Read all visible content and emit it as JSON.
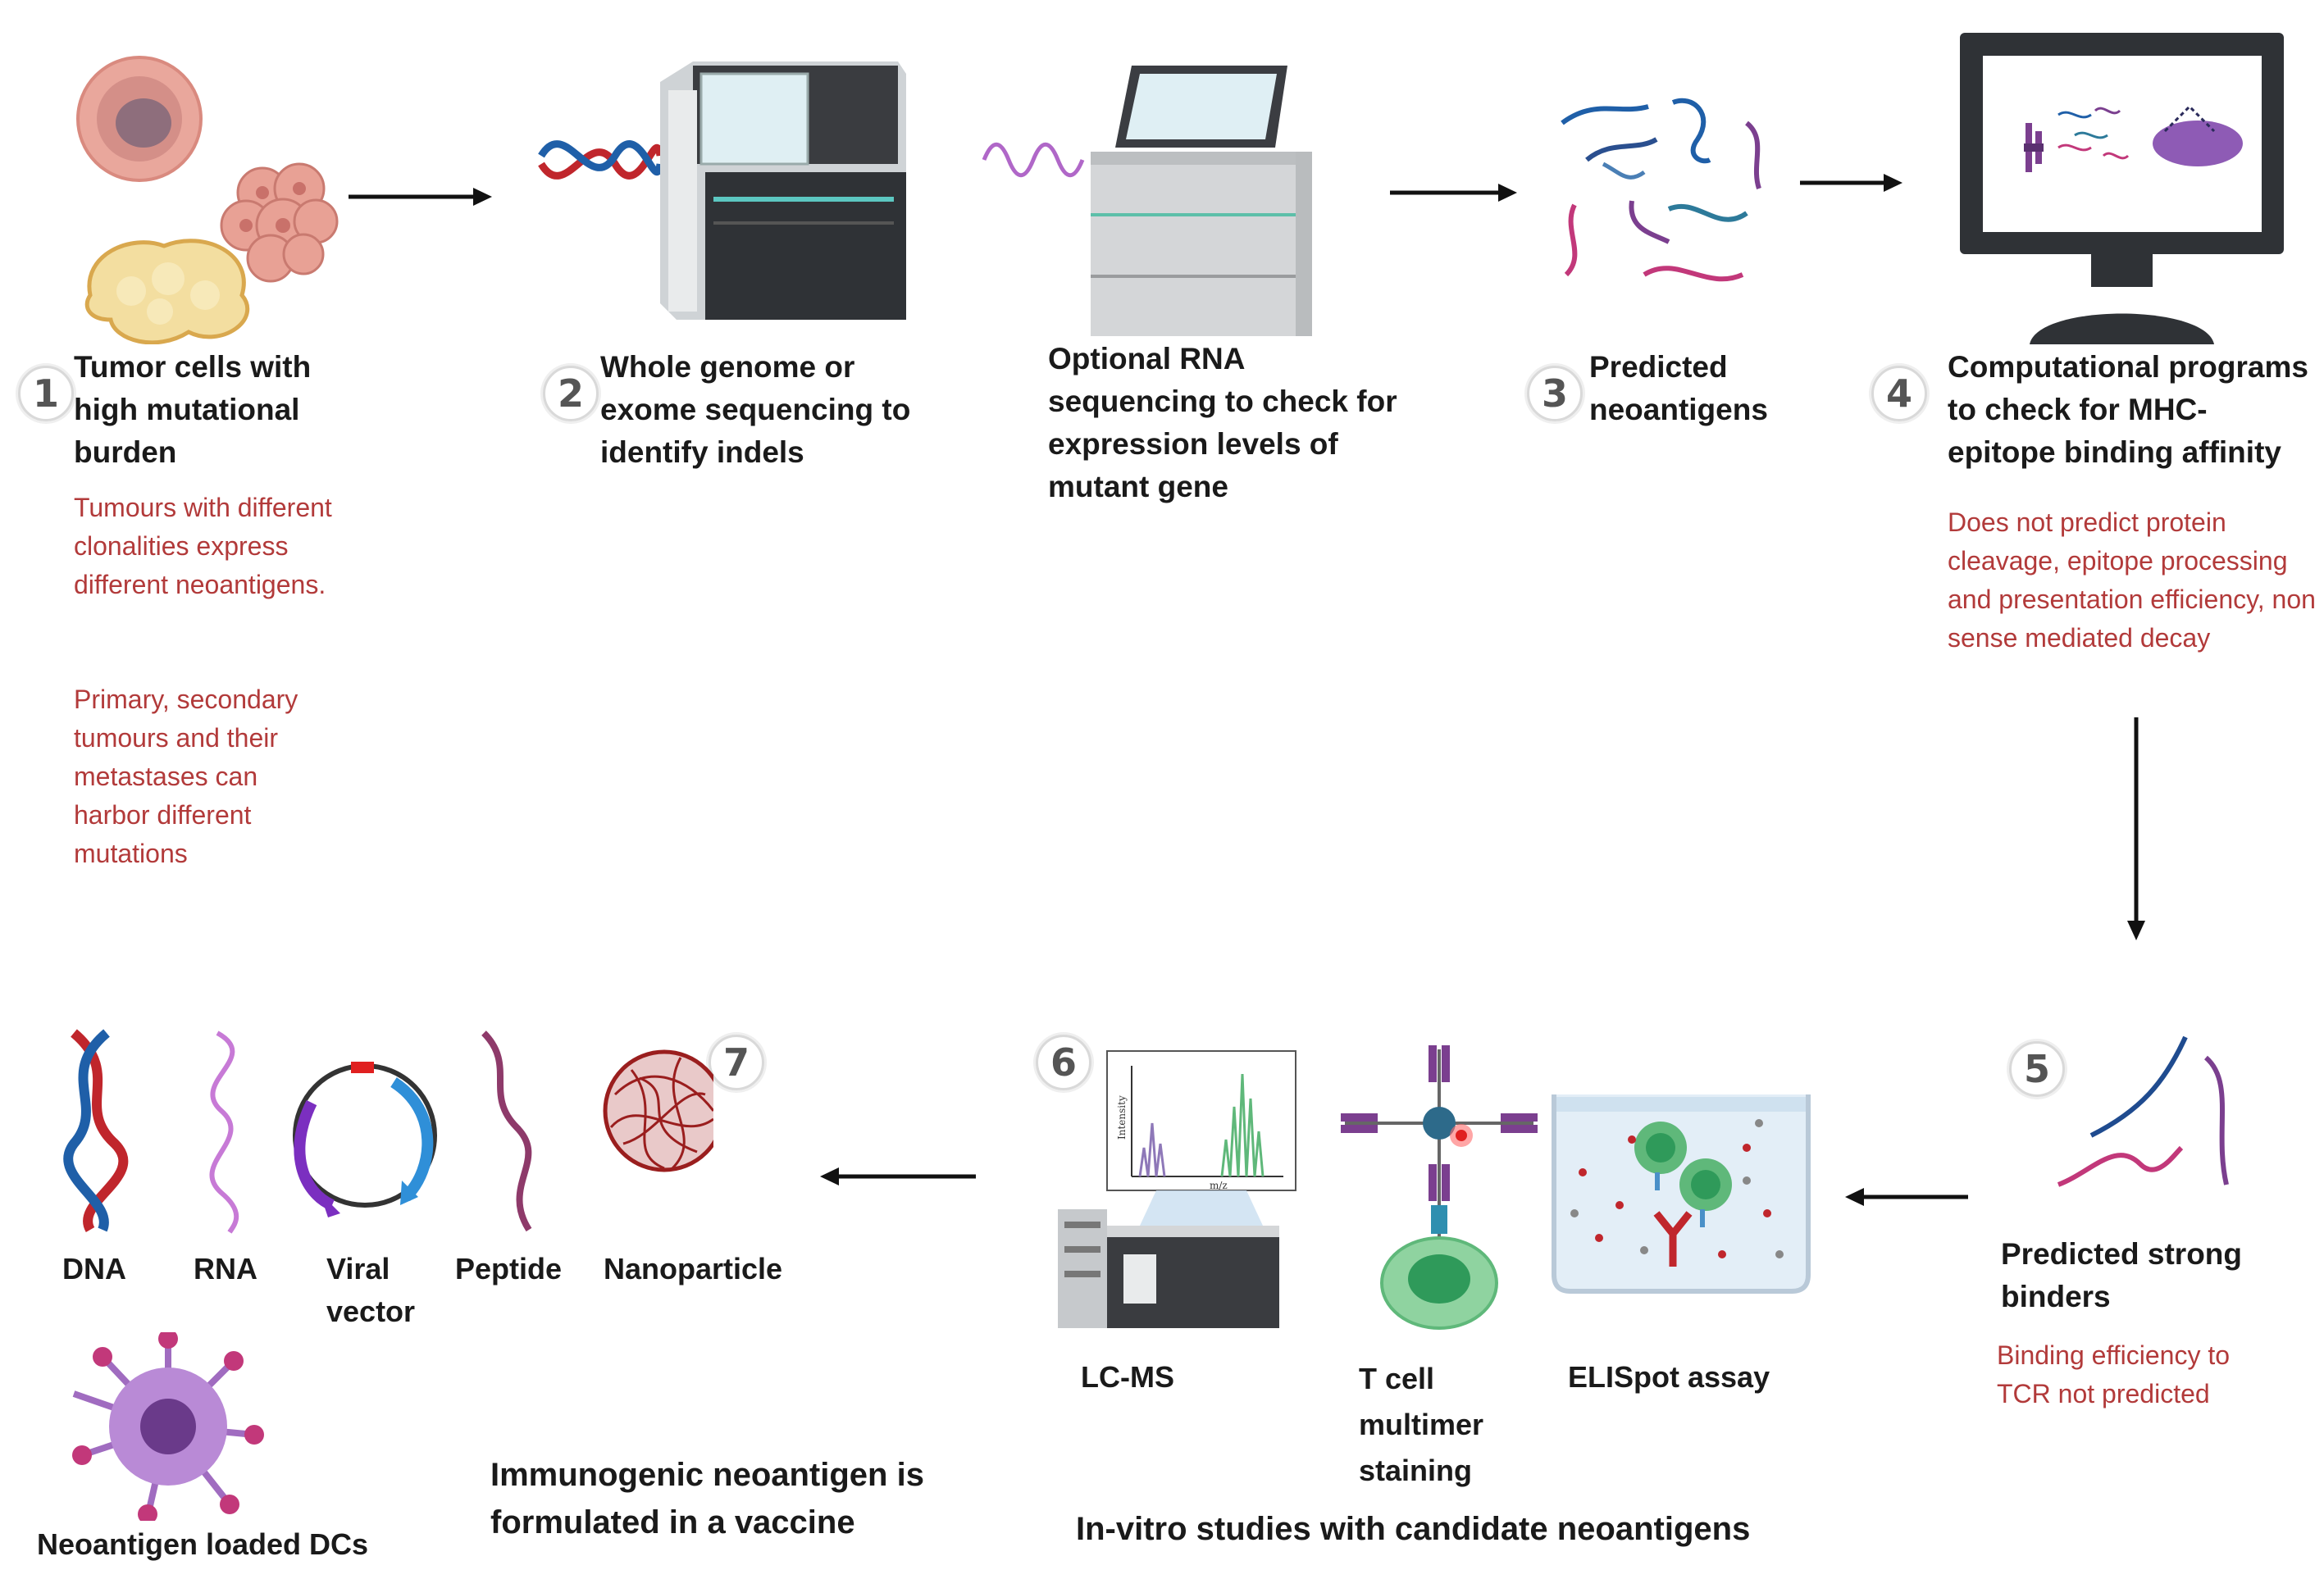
{
  "steps": [
    {
      "num": "1",
      "title": "Tumor cells with high mutational burden",
      "notes": [
        "Tumours with different clonalities express different neoantigens.",
        "Primary, secondary tumours and their metastases can harbor different mutations"
      ]
    },
    {
      "num": "2",
      "title": "Whole genome or exome sequencing to identify indels"
    },
    {
      "num": "",
      "title": "Optional RNA sequencing to check for expression levels of mutant gene"
    },
    {
      "num": "3",
      "title": "Predicted neoantigens"
    },
    {
      "num": "4",
      "title": "Computational programs to check for MHC-epitope binding affinity",
      "notes": [
        "Does not predict protein cleavage, epitope processing and presentation efficiency, non sense mediated decay"
      ]
    },
    {
      "num": "5",
      "title": "Predicted strong binders",
      "notes": [
        "Binding efficiency to TCR not predicted"
      ]
    },
    {
      "num": "6",
      "caption": "In-vitro studies with candidate neoantigens"
    },
    {
      "num": "7",
      "caption": "Immunogenic neoantigen is formulated in a vaccine"
    }
  ],
  "labels": {
    "lcms": "LC-MS",
    "tcell": "T cell multimer staining",
    "elispot": "ELISpot assay",
    "dna": "DNA",
    "rna": "RNA",
    "viral": "Viral vector",
    "peptide": "Peptide",
    "nano": "Nanoparticle",
    "dcs": "Neoantigen loaded DCs"
  },
  "plot": {
    "ylabel": "Intensity",
    "xlabel": "m/z"
  },
  "colors": {
    "note": "#b23a3a",
    "title": "#1a1a1a",
    "dna_red": "#c0262c",
    "dna_blue": "#1f5fa8",
    "purple": "#9b59b6"
  }
}
